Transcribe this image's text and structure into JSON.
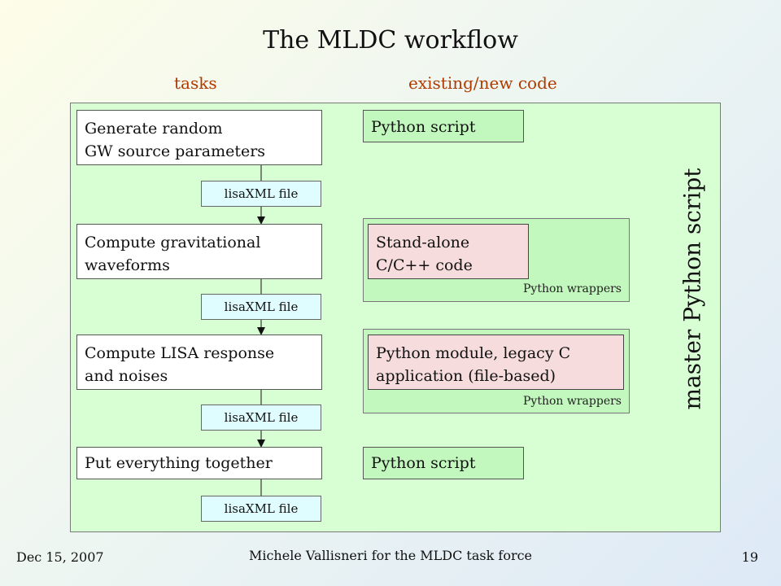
{
  "slide": {
    "title": "The MLDC workflow",
    "tasks_heading": "tasks",
    "code_heading": "existing/new code",
    "master_label": "master Python script"
  },
  "tasks": [
    {
      "line1": "Generate random",
      "line2": "GW source parameters"
    },
    {
      "line1": "Compute gravitational",
      "line2": "waveforms"
    },
    {
      "line1": "Compute LISA response",
      "line2": "and noises"
    },
    {
      "line1": "Put everything together",
      "line2": ""
    }
  ],
  "files": [
    "lisaXML file",
    "lisaXML file",
    "lisaXML file",
    "lisaXML file"
  ],
  "code": {
    "script_1": "Python script",
    "standalone_line1": "Stand-alone",
    "standalone_line2": "C/C++ code",
    "wrapper_1": "Python wrappers",
    "module_line1": "Python module, legacy C",
    "module_line2": "application (file-based)",
    "wrapper_2": "Python wrappers",
    "script_2": "Python script"
  },
  "footer": {
    "date": "Dec 15, 2007",
    "credit": "Michele Vallisneri for the MLDC task force",
    "page": "19"
  },
  "colors": {
    "heading_accent": "#b03a00",
    "master_fill": "#d7ffd3",
    "python_fill": "#c2f7bd",
    "native_fill": "#f6dcdc",
    "file_fill": "#dffcff"
  }
}
